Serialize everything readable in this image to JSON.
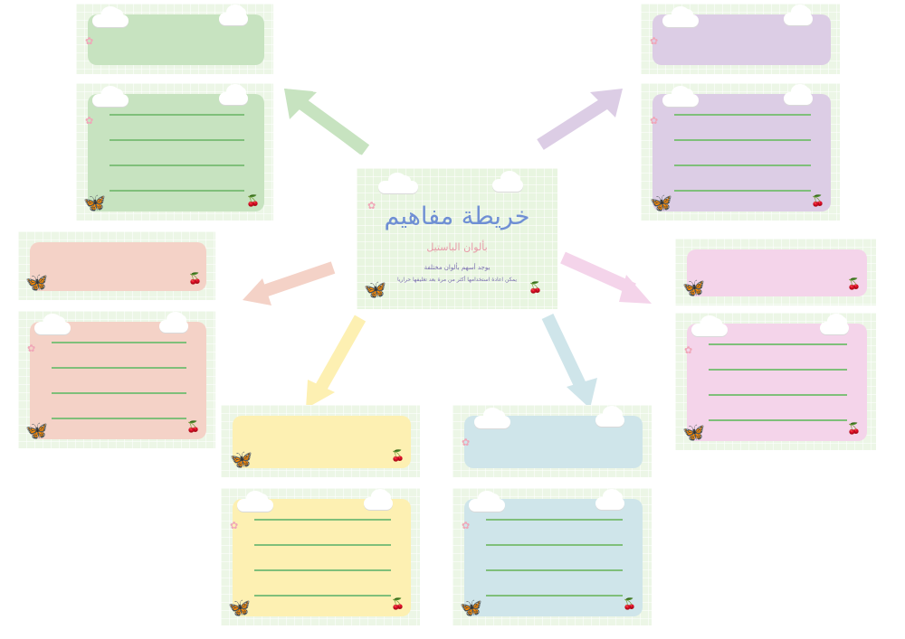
{
  "center": {
    "title": "خريطة مفاهيم",
    "subtitle": "بألوان الباستيل",
    "line1": "يوجد أسهم بألوان مختلفة",
    "line2": "يمكن اعادة استخدامها أكثر من مرة بعد تغليفها حراريا"
  },
  "colors": {
    "green": "#c7e3c0",
    "purple": "#dccde5",
    "salmon": "#f4d2c7",
    "pink": "#f4d4ea",
    "yellow": "#fdf0b2",
    "blue": "#cfe5ea",
    "lines": "#7fbf7a",
    "title": "#6f8fd4",
    "subtitle": "#e99ba9"
  },
  "icons": [
    "cloud-icon",
    "butterfly-icon",
    "cherry-icon",
    "flower-icon"
  ]
}
